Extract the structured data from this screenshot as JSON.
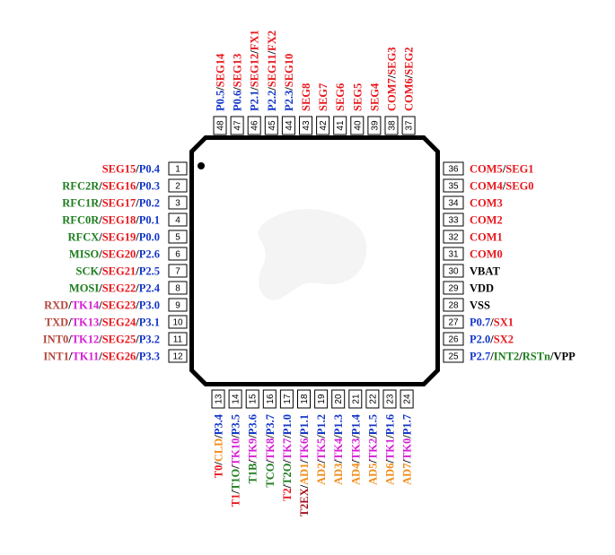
{
  "colors": {
    "red": "#e8171d",
    "blue": "#1437c9",
    "green": "#1f7d1f",
    "magenta": "#d61fd6",
    "brown": "#b3463b",
    "orange": "#f08c1a",
    "darkred": "#a3101a",
    "black": "#000000",
    "chip": "#000000"
  },
  "package": {
    "pin_one_marker": "filled-dot-icon"
  },
  "left_pins": [
    {
      "num": "1",
      "label": [
        [
          "SEG15",
          "red"
        ],
        [
          "/",
          "black"
        ],
        [
          "P0.4",
          "blue"
        ]
      ]
    },
    {
      "num": "2",
      "label": [
        [
          "RFC2R",
          "green"
        ],
        [
          "/",
          "black"
        ],
        [
          "SEG16",
          "red"
        ],
        [
          "/",
          "black"
        ],
        [
          "P0.3",
          "blue"
        ]
      ]
    },
    {
      "num": "3",
      "label": [
        [
          "RFC1R",
          "green"
        ],
        [
          "/",
          "black"
        ],
        [
          "SEG17",
          "red"
        ],
        [
          "/",
          "black"
        ],
        [
          "P0.2",
          "blue"
        ]
      ]
    },
    {
      "num": "4",
      "label": [
        [
          "RFC0R",
          "green"
        ],
        [
          "/",
          "black"
        ],
        [
          "SEG18",
          "red"
        ],
        [
          "/",
          "black"
        ],
        [
          "P0.1",
          "blue"
        ]
      ]
    },
    {
      "num": "5",
      "label": [
        [
          "RFCX",
          "green"
        ],
        [
          "/",
          "black"
        ],
        [
          "SEG19",
          "red"
        ],
        [
          "/",
          "black"
        ],
        [
          "P0.0",
          "blue"
        ]
      ]
    },
    {
      "num": "6",
      "label": [
        [
          "MISO",
          "green"
        ],
        [
          "/",
          "black"
        ],
        [
          "SEG20",
          "red"
        ],
        [
          "/",
          "black"
        ],
        [
          "P2.6",
          "blue"
        ]
      ]
    },
    {
      "num": "7",
      "label": [
        [
          "SCK",
          "green"
        ],
        [
          "/",
          "black"
        ],
        [
          "SEG21",
          "red"
        ],
        [
          "/",
          "black"
        ],
        [
          "P2.5",
          "blue"
        ]
      ]
    },
    {
      "num": "8",
      "label": [
        [
          "MOSI",
          "green"
        ],
        [
          "/",
          "black"
        ],
        [
          "SEG22",
          "red"
        ],
        [
          "/",
          "black"
        ],
        [
          "P2.4",
          "blue"
        ]
      ]
    },
    {
      "num": "9",
      "label": [
        [
          "RXD",
          "brown"
        ],
        [
          "/",
          "black"
        ],
        [
          "TK14",
          "magenta"
        ],
        [
          "/",
          "black"
        ],
        [
          "SEG23",
          "red"
        ],
        [
          "/",
          "black"
        ],
        [
          "P3.0",
          "blue"
        ]
      ]
    },
    {
      "num": "10",
      "label": [
        [
          "TXD",
          "brown"
        ],
        [
          "/",
          "black"
        ],
        [
          "TK13",
          "magenta"
        ],
        [
          "/",
          "black"
        ],
        [
          "SEG24",
          "red"
        ],
        [
          "/",
          "black"
        ],
        [
          "P3.1",
          "blue"
        ]
      ]
    },
    {
      "num": "11",
      "label": [
        [
          "INT0",
          "brown"
        ],
        [
          "/",
          "black"
        ],
        [
          "TK12",
          "magenta"
        ],
        [
          "/",
          "black"
        ],
        [
          "SEG25",
          "red"
        ],
        [
          "/",
          "black"
        ],
        [
          "P3.2",
          "blue"
        ]
      ]
    },
    {
      "num": "12",
      "label": [
        [
          "INT1",
          "brown"
        ],
        [
          "/",
          "black"
        ],
        [
          "TK11",
          "magenta"
        ],
        [
          "/",
          "black"
        ],
        [
          "SEG26",
          "red"
        ],
        [
          "/",
          "black"
        ],
        [
          "P3.3",
          "blue"
        ]
      ]
    }
  ],
  "right_pins": [
    {
      "num": "36",
      "label": [
        [
          "COM5",
          "red"
        ],
        [
          "/",
          "black"
        ],
        [
          "SEG1",
          "red"
        ]
      ]
    },
    {
      "num": "35",
      "label": [
        [
          "COM4",
          "red"
        ],
        [
          "/",
          "black"
        ],
        [
          "SEG0",
          "red"
        ]
      ]
    },
    {
      "num": "34",
      "label": [
        [
          "COM3",
          "red"
        ]
      ]
    },
    {
      "num": "33",
      "label": [
        [
          "COM2",
          "red"
        ]
      ]
    },
    {
      "num": "32",
      "label": [
        [
          "COM1",
          "red"
        ]
      ]
    },
    {
      "num": "31",
      "label": [
        [
          "COM0",
          "red"
        ]
      ]
    },
    {
      "num": "30",
      "label": [
        [
          "VBAT",
          "black"
        ]
      ]
    },
    {
      "num": "29",
      "label": [
        [
          "VDD",
          "black"
        ]
      ]
    },
    {
      "num": "28",
      "label": [
        [
          "VSS",
          "black"
        ]
      ]
    },
    {
      "num": "27",
      "label": [
        [
          "P0.7",
          "blue"
        ],
        [
          "/",
          "black"
        ],
        [
          "SX1",
          "red"
        ]
      ]
    },
    {
      "num": "26",
      "label": [
        [
          "P2.0",
          "blue"
        ],
        [
          "/",
          "black"
        ],
        [
          "SX2",
          "red"
        ]
      ]
    },
    {
      "num": "25",
      "label": [
        [
          "P2.7",
          "blue"
        ],
        [
          "/",
          "black"
        ],
        [
          "INT2",
          "green"
        ],
        [
          "/",
          "black"
        ],
        [
          "RSTn",
          "green"
        ],
        [
          "/",
          "black"
        ],
        [
          "VPP",
          "black"
        ]
      ]
    }
  ],
  "top_pins": [
    {
      "num": "48",
      "label": [
        [
          "P0.5",
          "blue"
        ],
        [
          "/",
          "black"
        ],
        [
          "SEG14",
          "red"
        ]
      ]
    },
    {
      "num": "47",
      "label": [
        [
          "P0.6",
          "blue"
        ],
        [
          "/",
          "black"
        ],
        [
          "SEG13",
          "red"
        ]
      ]
    },
    {
      "num": "46",
      "label": [
        [
          "P2.1",
          "blue"
        ],
        [
          "/",
          "black"
        ],
        [
          "SEG12",
          "red"
        ],
        [
          "/",
          "black"
        ],
        [
          "FX1",
          "red"
        ]
      ]
    },
    {
      "num": "45",
      "label": [
        [
          "P2.2",
          "blue"
        ],
        [
          "/",
          "black"
        ],
        [
          "SEG11",
          "red"
        ],
        [
          "/",
          "black"
        ],
        [
          "FX2",
          "red"
        ]
      ]
    },
    {
      "num": "44",
      "label": [
        [
          "P2.3",
          "blue"
        ],
        [
          "/",
          "black"
        ],
        [
          "SEG10",
          "red"
        ]
      ]
    },
    {
      "num": "43",
      "label": [
        [
          "SEG8",
          "red"
        ]
      ]
    },
    {
      "num": "42",
      "label": [
        [
          "SEG7",
          "red"
        ]
      ]
    },
    {
      "num": "41",
      "label": [
        [
          "SEG6",
          "red"
        ]
      ]
    },
    {
      "num": "40",
      "label": [
        [
          "SEG5",
          "red"
        ]
      ]
    },
    {
      "num": "39",
      "label": [
        [
          "SEG4",
          "red"
        ]
      ]
    },
    {
      "num": "38",
      "label": [
        [
          "COM7",
          "red"
        ],
        [
          "/",
          "black"
        ],
        [
          "SEG3",
          "red"
        ]
      ]
    },
    {
      "num": "37",
      "label": [
        [
          "COM6",
          "red"
        ],
        [
          "/",
          "black"
        ],
        [
          "SEG2",
          "red"
        ]
      ]
    }
  ],
  "bottom_pins": [
    {
      "num": "13",
      "label": [
        [
          "T0",
          "red"
        ],
        [
          "/",
          "black"
        ],
        [
          "CLD",
          "orange"
        ],
        [
          "/",
          "black"
        ],
        [
          "P3.4",
          "blue"
        ]
      ]
    },
    {
      "num": "14",
      "label": [
        [
          "T1",
          "red"
        ],
        [
          "/",
          "black"
        ],
        [
          "T1O",
          "green"
        ],
        [
          "/",
          "black"
        ],
        [
          "TK10",
          "magenta"
        ],
        [
          "/",
          "black"
        ],
        [
          "P3.5",
          "blue"
        ]
      ]
    },
    {
      "num": "15",
      "label": [
        [
          "T1B",
          "green"
        ],
        [
          "/",
          "black"
        ],
        [
          "TK9",
          "magenta"
        ],
        [
          "/",
          "black"
        ],
        [
          "P3.6",
          "blue"
        ]
      ]
    },
    {
      "num": "16",
      "label": [
        [
          "TCO",
          "green"
        ],
        [
          "/",
          "black"
        ],
        [
          "TK8",
          "magenta"
        ],
        [
          "/",
          "black"
        ],
        [
          "P3.7",
          "blue"
        ]
      ]
    },
    {
      "num": "17",
      "label": [
        [
          "T2",
          "red"
        ],
        [
          "/",
          "black"
        ],
        [
          "T2O",
          "green"
        ],
        [
          "/",
          "black"
        ],
        [
          "TK7",
          "magenta"
        ],
        [
          "/",
          "black"
        ],
        [
          "P1.0",
          "blue"
        ]
      ]
    },
    {
      "num": "18",
      "label": [
        [
          "T2EX",
          "darkred"
        ],
        [
          "/",
          "black"
        ],
        [
          "AD1",
          "orange"
        ],
        [
          "/",
          "black"
        ],
        [
          "TK6",
          "magenta"
        ],
        [
          "/",
          "black"
        ],
        [
          "P1.1",
          "blue"
        ]
      ]
    },
    {
      "num": "19",
      "label": [
        [
          "AD2",
          "orange"
        ],
        [
          "/",
          "black"
        ],
        [
          "TK5",
          "magenta"
        ],
        [
          "/",
          "black"
        ],
        [
          "P1.2",
          "blue"
        ]
      ]
    },
    {
      "num": "20",
      "label": [
        [
          "AD3",
          "orange"
        ],
        [
          "/",
          "black"
        ],
        [
          "TK4",
          "magenta"
        ],
        [
          "/",
          "black"
        ],
        [
          "P1.3",
          "blue"
        ]
      ]
    },
    {
      "num": "21",
      "label": [
        [
          "AD4",
          "orange"
        ],
        [
          "/",
          "black"
        ],
        [
          "TK3",
          "magenta"
        ],
        [
          "/",
          "black"
        ],
        [
          "P1.4",
          "blue"
        ]
      ]
    },
    {
      "num": "22",
      "label": [
        [
          "AD5",
          "orange"
        ],
        [
          "/",
          "black"
        ],
        [
          "TK2",
          "magenta"
        ],
        [
          "/",
          "black"
        ],
        [
          "P1.5",
          "blue"
        ]
      ]
    },
    {
      "num": "23",
      "label": [
        [
          "AD6",
          "orange"
        ],
        [
          "/",
          "black"
        ],
        [
          "TK1",
          "magenta"
        ],
        [
          "/",
          "black"
        ],
        [
          "P1.6",
          "blue"
        ]
      ]
    },
    {
      "num": "24",
      "label": [
        [
          "AD7",
          "orange"
        ],
        [
          "/",
          "black"
        ],
        [
          "TK0",
          "magenta"
        ],
        [
          "/",
          "black"
        ],
        [
          "P1.7",
          "blue"
        ]
      ]
    }
  ]
}
